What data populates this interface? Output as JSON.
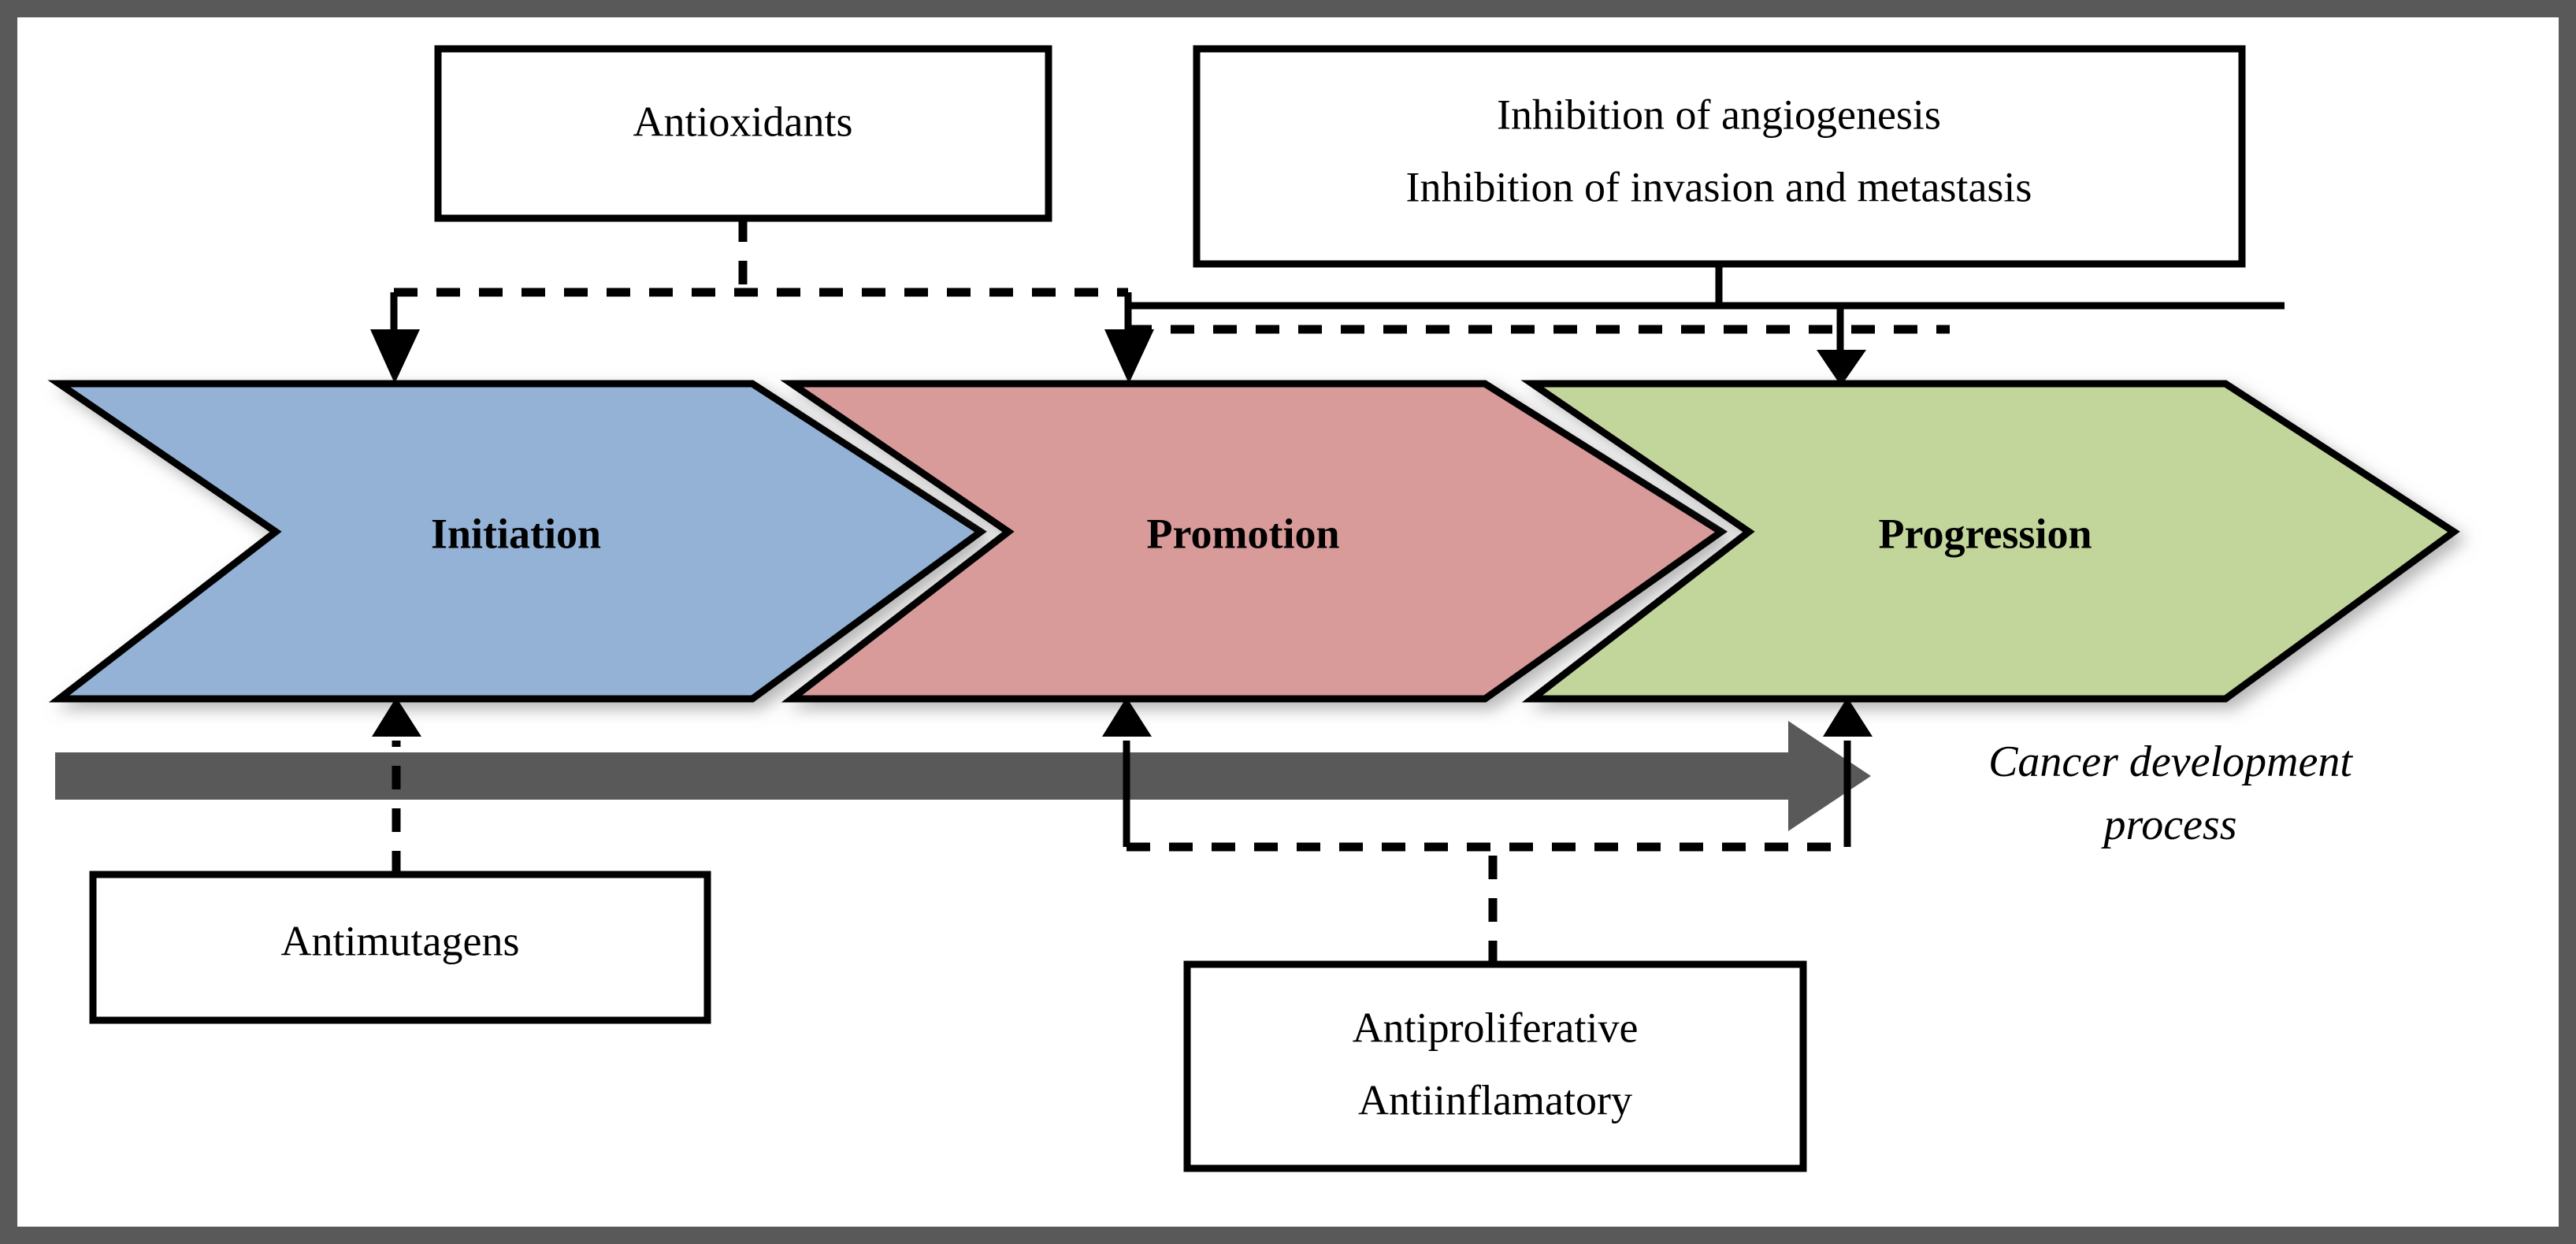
{
  "figure": {
    "title": "Cancer development process and chemopreventive mechanisms",
    "frame_color": "#595959",
    "background": "#ffffff"
  },
  "stages": [
    {
      "id": "initiation",
      "label": "Initiation",
      "color": "#93b2d5"
    },
    {
      "id": "promotion",
      "label": "Promotion",
      "color": "#d99a9a"
    },
    {
      "id": "progression",
      "label": "Progression",
      "color": "#c2d69b"
    }
  ],
  "top_boxes": [
    {
      "id": "antioxidants",
      "lines": [
        "Antioxidants"
      ],
      "line1": "Antioxidants",
      "line2": ""
    },
    {
      "id": "inhibition",
      "lines": [
        "Inhibition of angiogenesis",
        "Inhibition of invasion and metastasis"
      ],
      "line1": "Inhibition of angiogenesis",
      "line2": "Inhibition of invasion and metastasis"
    }
  ],
  "bottom_boxes": [
    {
      "id": "antimutagens",
      "lines": [
        "Antimutagens"
      ],
      "line1": "Antimutagens",
      "line2": ""
    },
    {
      "id": "antiproliferative",
      "lines": [
        "Antiproliferative",
        "Antiinflamatory"
      ],
      "line1": "Antiproliferative",
      "line2": "Antiinflamatory"
    }
  ],
  "timeline": {
    "caption_line1": "Cancer development",
    "caption_line2": "process",
    "arrow_color": "#595959",
    "direction": "left-to-right"
  },
  "connectors": {
    "antioxidants_targets": [
      "initiation",
      "promotion"
    ],
    "inhibition_targets": [
      "promotion",
      "progression"
    ],
    "antimutagens_targets": [
      "initiation"
    ],
    "antiproliferative_targets": [
      "promotion",
      "progression"
    ],
    "style": "dashed"
  }
}
